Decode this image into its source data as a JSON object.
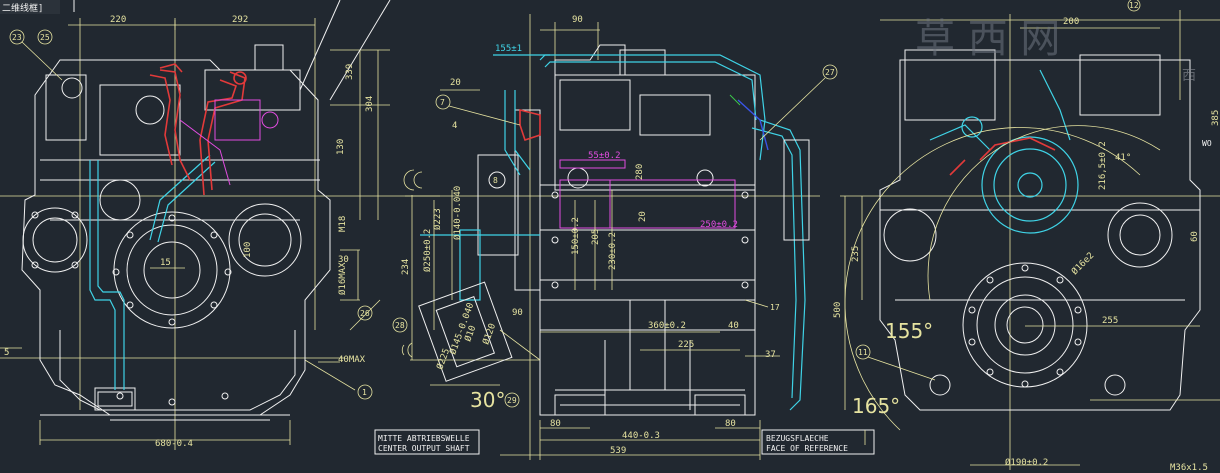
{
  "tab_label": "二维线框]",
  "watermark": {
    "main": "草 西 网",
    "side": "西"
  },
  "colors": {
    "background": "#212830",
    "outline": "#f0f0f0",
    "dimension": "#e6e3a0",
    "cyan": "#3fd3e6",
    "red": "#e23a3a",
    "magenta": "#e14ce0",
    "green": "#3cc74a",
    "blue": "#3a55e6"
  },
  "left_view": {
    "dims_top": [
      "220",
      "292"
    ],
    "dims_right": [
      "339",
      "304",
      "130",
      "M18",
      "30",
      "Ø16MAX",
      "40MAX"
    ],
    "dims_inner": [
      "100",
      "15"
    ],
    "dim_bottom": "680-0.4",
    "dim_left": "5",
    "balloons": [
      "23",
      "25",
      "1"
    ]
  },
  "middle_view": {
    "dims_top": [
      "90",
      "155±1"
    ],
    "dims_left": [
      "20",
      "4",
      "Ø140-0.040",
      "Ø223",
      "Ø250±0.2",
      "234",
      "Ø225",
      "Ø10",
      "Ø145-0.040",
      "Ø120",
      "30°",
      "90"
    ],
    "dims_magenta": [
      "55±0.2",
      "250±0.2"
    ],
    "dims_center": [
      "150±0.2",
      "205",
      "230±0.2",
      "20",
      "280"
    ],
    "dims_bottom": [
      "360±0.2",
      "40",
      "225",
      "37",
      "80",
      "440-0.3",
      "80",
      "539"
    ],
    "balloons": [
      "7",
      "8",
      "27",
      "17",
      "26",
      "28",
      "29"
    ],
    "note_output": [
      "MITTE ABTRIEBSWELLE",
      "CENTER OUTPUT SHAFT"
    ],
    "note_reference": [
      "BEZUGSFLAECHE",
      "FACE OF REFERENCE"
    ]
  },
  "right_view": {
    "dims": [
      "200",
      "216,5±0.2",
      "41°",
      "235",
      "500",
      "Ø16e2",
      "255",
      "60",
      "155°",
      "165°",
      "Ø190±0.2",
      "M36x1.5"
    ],
    "balloons": [
      "11",
      "12"
    ],
    "side_labels": [
      "WO",
      "385"
    ]
  }
}
